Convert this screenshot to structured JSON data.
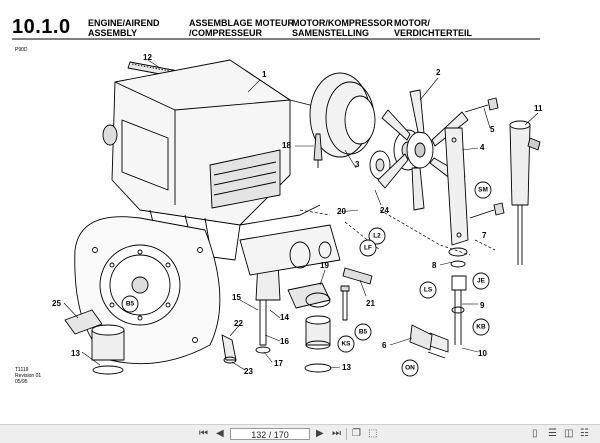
{
  "header": {
    "section_number": "10.1.0",
    "titles": [
      [
        "ENGINE/AIREND",
        "ASSEMBLY"
      ],
      [
        "ASSEMBLAGE MOTEUR",
        "/COMPRESSEUR"
      ],
      [
        "MOTOR/KOMPRESSOR",
        "SAMENSTELLING"
      ],
      [
        "MOTOR/",
        "VERDICHTERTEIL"
      ]
    ],
    "model_code": "P90D"
  },
  "footer_info": {
    "drawing_ref": "T1119",
    "revision": "Revision 01",
    "date": "05/95"
  },
  "callouts": {
    "c1": "1",
    "c2": "2",
    "c3": "3",
    "c4": "4",
    "c5": "5",
    "c6": "6",
    "c7": "7",
    "c8": "8",
    "c9": "9",
    "c10": "10",
    "c11": "11",
    "c12": "12",
    "c13a": "13",
    "c13b": "13",
    "c14": "14",
    "c15": "15",
    "c16": "16",
    "c17": "17",
    "c18": "18",
    "c19": "19",
    "c20": "20",
    "c21": "21",
    "c22": "22",
    "c23": "23",
    "c24": "24",
    "c25": "25"
  },
  "kit_labels": {
    "sm": "SM",
    "l2": "L2",
    "lf": "LF",
    "je": "JE",
    "ls": "LS",
    "kb": "KB",
    "b5a": "B5",
    "b5b": "B5",
    "ks": "KS",
    "on": "ON"
  },
  "toolbar": {
    "page_display": "132 / 170",
    "icons": [
      "first-page",
      "previous-page",
      "next-page",
      "last-page",
      "fit-page",
      "fit-width",
      "single-page",
      "continuous",
      "two-page",
      "two-page-continuous"
    ]
  }
}
